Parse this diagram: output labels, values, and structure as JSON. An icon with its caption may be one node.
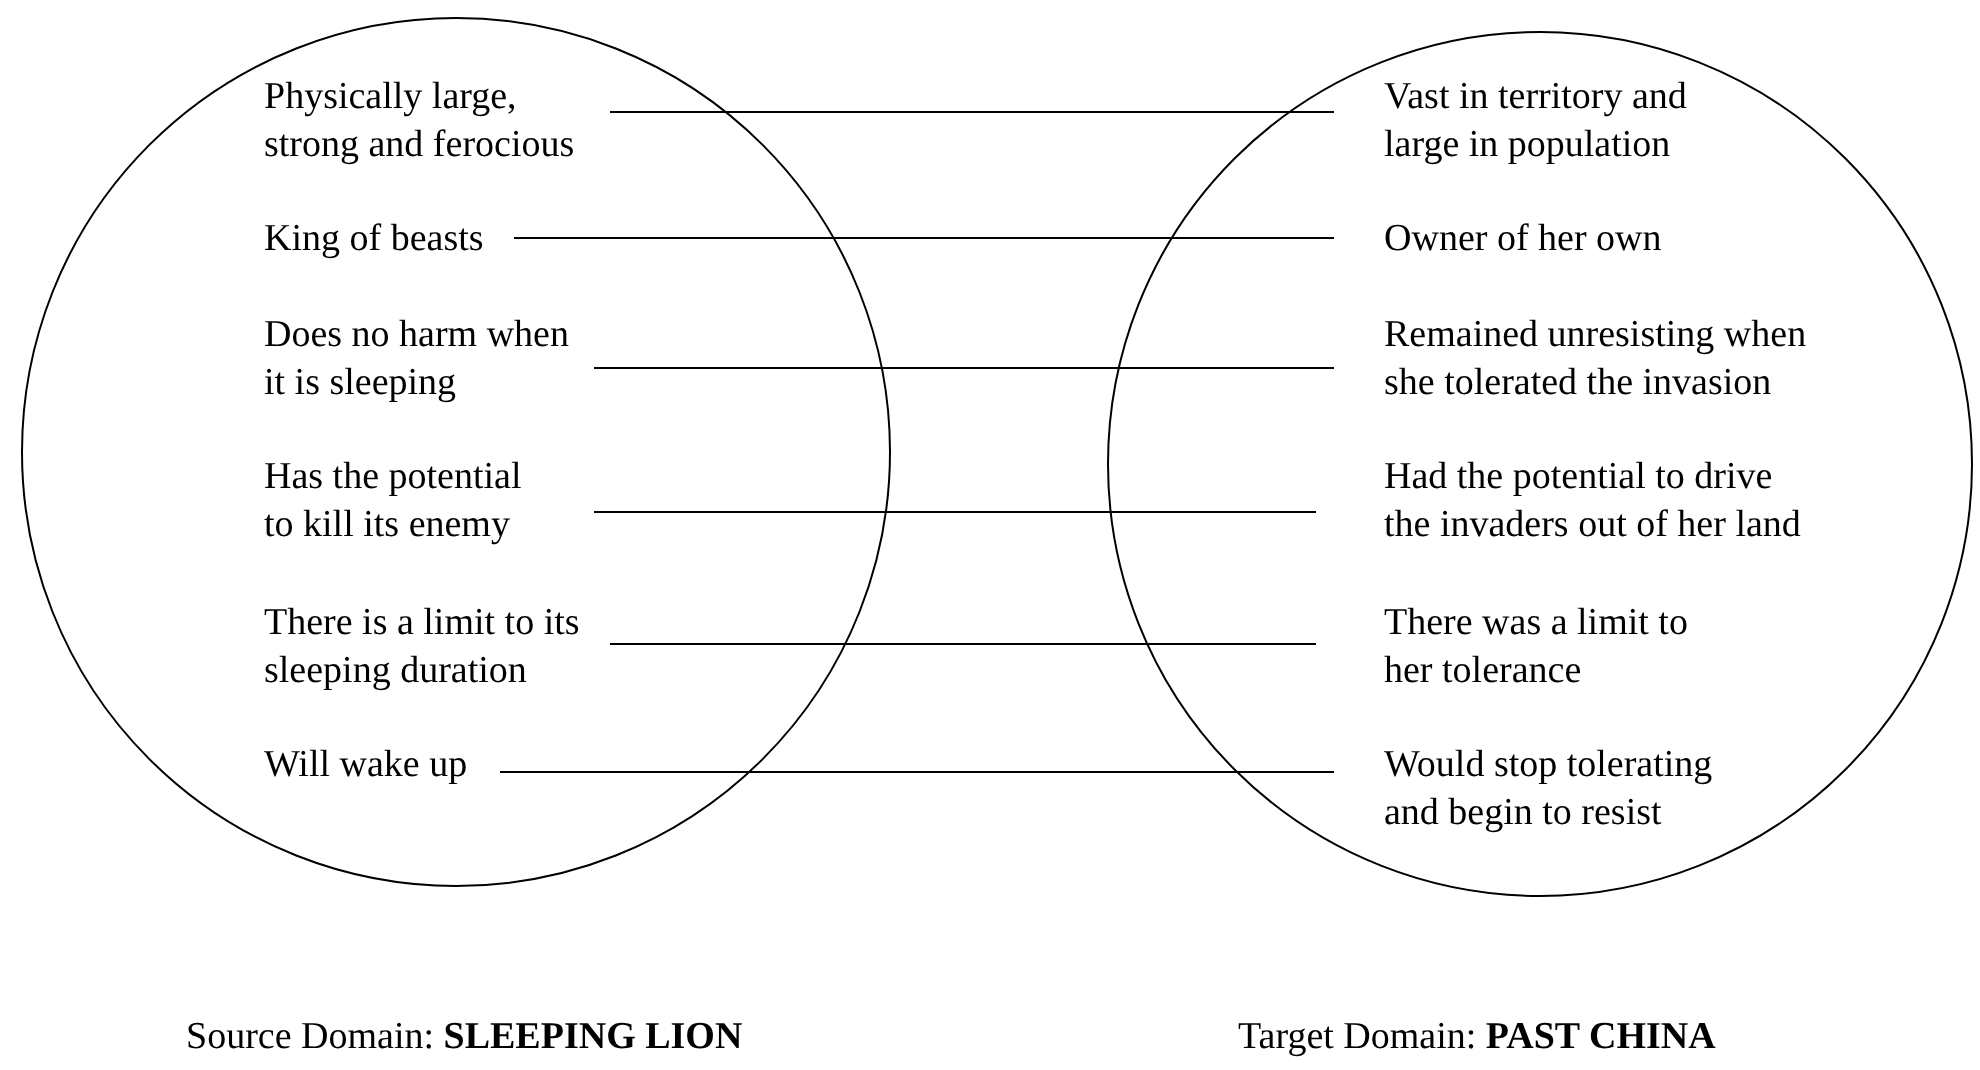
{
  "diagram": {
    "nodes": [
      {
        "text": [
          "Source Domain: **SLEEPING LION**"
        ]
      },
      {
        "text": [
          "Physically large, strong and ferocious"
        ],
        "in": 0
      },
      {
        "text": [
          "King of beasts"
        ],
        "in": 0
      },
      {
        "text": [
          "Does no harm when it is sleeping"
        ],
        "in": 0
      },
      {
        "text": [
          "Has the potential to kill its enemy"
        ],
        "in": 0
      },
      {
        "text": [
          "There is a limit to its sleeping duration"
        ],
        "in": 0
      },
      {
        "text": [
          "Will wake up"
        ],
        "in": 0
      },
      {
        "text": [
          "Target Domain: **PAST CHINA**"
        ]
      },
      {
        "text": [
          "Vast in territory and large in population"
        ],
        "in": 7
      },
      {
        "text": [
          "Owner of her own"
        ],
        "in": 7
      },
      {
        "text": [
          "Remained unresisting when she tolerated the invasion"
        ],
        "in": 7
      },
      {
        "text": [
          "Had the potential to drive the invaders out of her land"
        ],
        "in": 7
      },
      {
        "text": [
          "There was a limit to her tolerance"
        ],
        "in": 7
      },
      {
        "text": [
          "Would stop tolerating and begin to resist"
        ],
        "in": 7
      }
    ],
    "edges": [
      {
        "from": 1,
        "to": 8,
        "arrow": "none"
      },
      {
        "from": 2,
        "to": 9,
        "arrow": "none"
      },
      {
        "from": 3,
        "to": 10,
        "arrow": "none"
      },
      {
        "from": 4,
        "to": 11,
        "arrow": "none"
      },
      {
        "from": 5,
        "to": 12,
        "arrow": "none"
      },
      {
        "from": 6,
        "to": 13,
        "arrow": "none"
      }
    ]
  }
}
